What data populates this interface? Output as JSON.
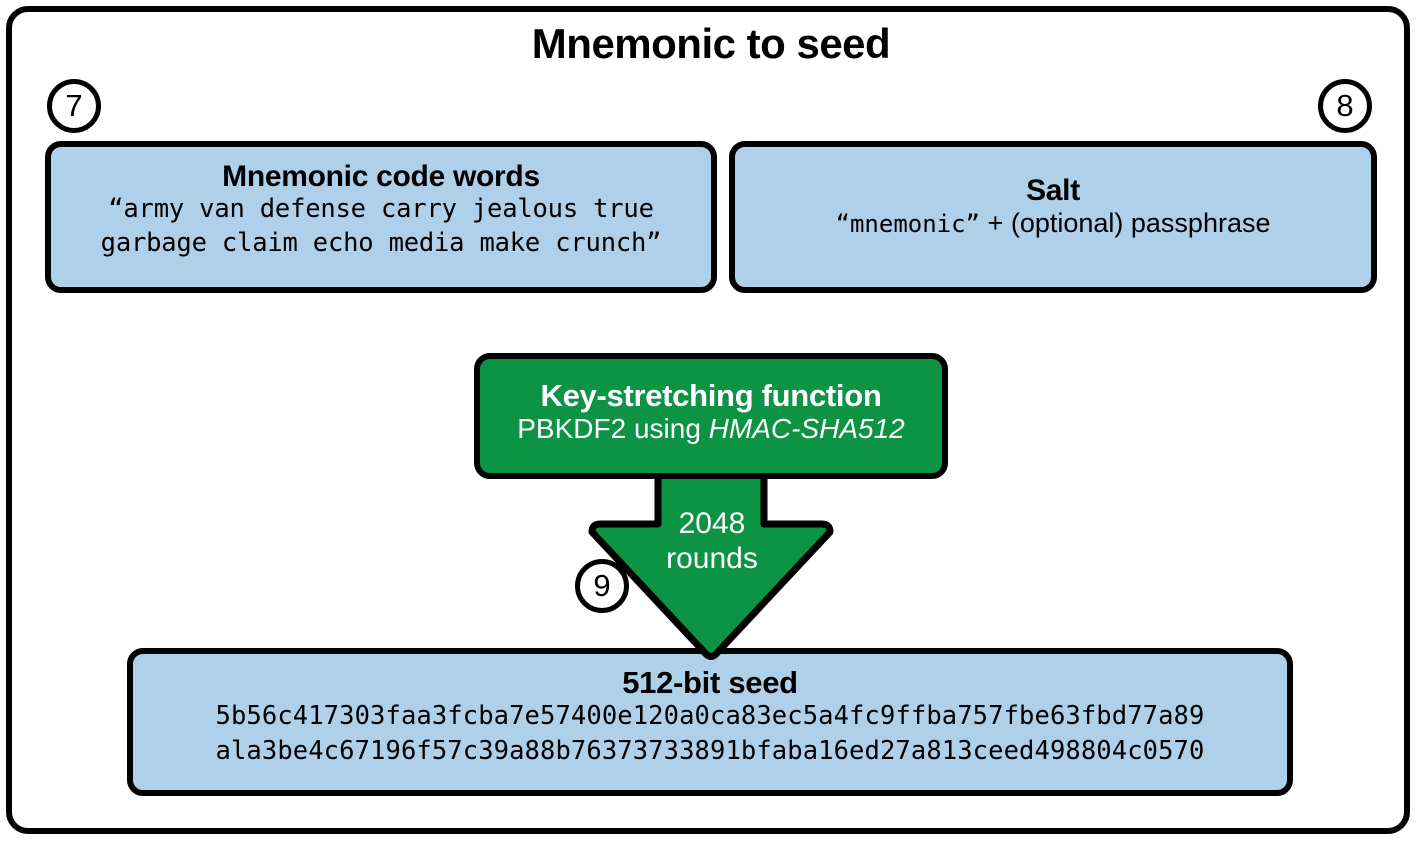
{
  "diagram": {
    "title": "Mnemonic to seed",
    "colors": {
      "blue_fill": "#aed0e9",
      "green_fill": "#0c9444",
      "stroke": "#000000",
      "white_text": "#ffffff"
    }
  },
  "badges": {
    "seven": "7",
    "eight": "8",
    "nine": "9"
  },
  "mnemonic_box": {
    "title": "Mnemonic code words",
    "words_line1": "“army van defense carry jealous true",
    "words_line2": "garbage claim echo media make crunch”"
  },
  "salt_box": {
    "title": "Salt",
    "value_quoted": "“mnemonic”",
    "plus": "+",
    "value_rest": "(optional) passphrase"
  },
  "key_stretching_box": {
    "title": "Key-stretching function",
    "subtitle_prefix": "PBKDF2 using ",
    "subtitle_algorithm": "HMAC-SHA512"
  },
  "arrow": {
    "label_line1": "2048",
    "label_line2": "rounds"
  },
  "seed_box": {
    "title": "512-bit seed",
    "hex_line1": "5b56c417303faa3fcba7e57400e120a0ca83ec5a4fc9ffba757fbe63fbd77a89",
    "hex_line2": "ala3be4c67196f57c39a88b76373733891bfaba16ed27a813ceed498804c0570"
  }
}
